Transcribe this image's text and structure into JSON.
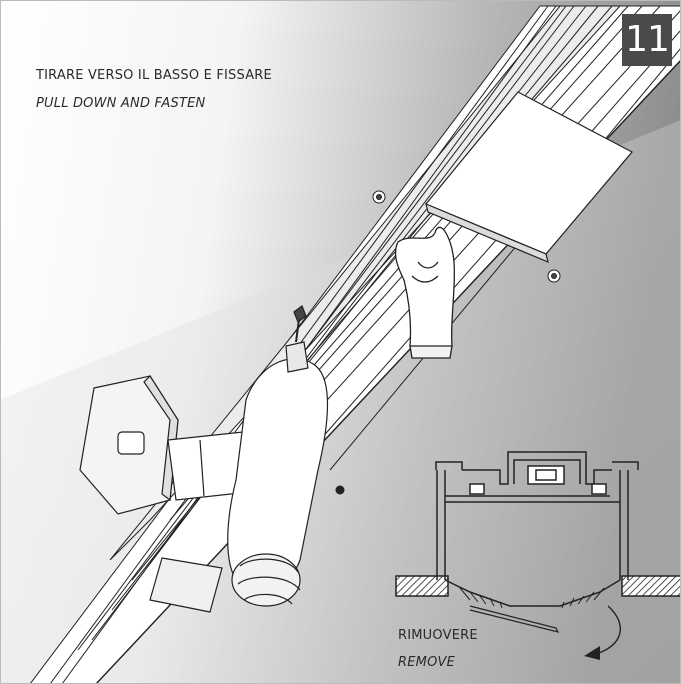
{
  "step_number": "11",
  "instruction": {
    "italian": "TIRARE VERSO IL BASSO E FISSARE",
    "english": "PULL DOWN AND FASTEN"
  },
  "detail": {
    "italian": "RIMUOVERE",
    "english": "REMOVE"
  },
  "colors": {
    "badge": "#4a4a4a",
    "background_light": "#ffffff",
    "background_dark": "#9a9a9a",
    "line": "#222222"
  }
}
